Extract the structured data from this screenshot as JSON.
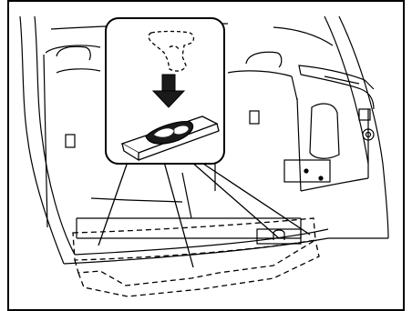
{
  "illustration": {
    "subject": "",
    "elements": [
      "cargo-area-outline",
      "rear-seat-backs",
      "side-trim-panel",
      "inset-callout",
      "hook-icon",
      "down-arrow-icon",
      "deck-hook-recess",
      "leader-lines",
      "deck-board-dashed-outline"
    ]
  },
  "colors": {
    "stroke": "#000000",
    "background": "#ffffff",
    "fill_dark": "#1a1a1a"
  }
}
